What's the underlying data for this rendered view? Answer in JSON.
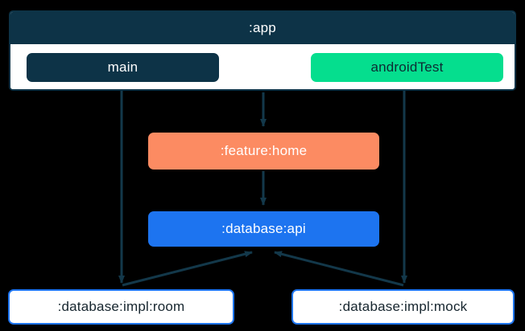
{
  "diagram": {
    "type": "module-dependency-graph",
    "background_color": "#000000",
    "edge_color": "#13384a",
    "cluster": {
      "label": ":app",
      "header_color": "#0d3347",
      "body_color": "#ffffff",
      "border_color": "#0d3347",
      "children": [
        {
          "id": "main",
          "label": "main",
          "fill": "#0d3347",
          "text_color": "#ffffff"
        },
        {
          "id": "androidTest",
          "label": "androidTest",
          "fill": "#05de8e",
          "text_color": "#0d2b33"
        }
      ]
    },
    "nodes": [
      {
        "id": "feature-home",
        "label": ":feature:home",
        "fill": "#fc8b62",
        "text_color": "#ffffff"
      },
      {
        "id": "database-api",
        "label": ":database:api",
        "fill": "#1d74f0",
        "text_color": "#ffffff"
      },
      {
        "id": "database-impl-room",
        "label": ":database:impl:room",
        "fill": "#ffffff",
        "text_color": "#16252e",
        "border_color": "#1d74f0"
      },
      {
        "id": "database-impl-mock",
        "label": ":database:impl:mock",
        "fill": "#ffffff",
        "text_color": "#16252e",
        "border_color": "#1d74f0"
      }
    ],
    "edges": [
      {
        "from": "main",
        "to": "database-impl-room"
      },
      {
        "from": "androidTest",
        "to": "database-impl-mock"
      },
      {
        "from": ":app",
        "to": "feature-home"
      },
      {
        "from": "feature-home",
        "to": "database-api"
      },
      {
        "from": "database-impl-room",
        "to": "database-api"
      },
      {
        "from": "database-impl-mock",
        "to": "database-api"
      }
    ]
  }
}
